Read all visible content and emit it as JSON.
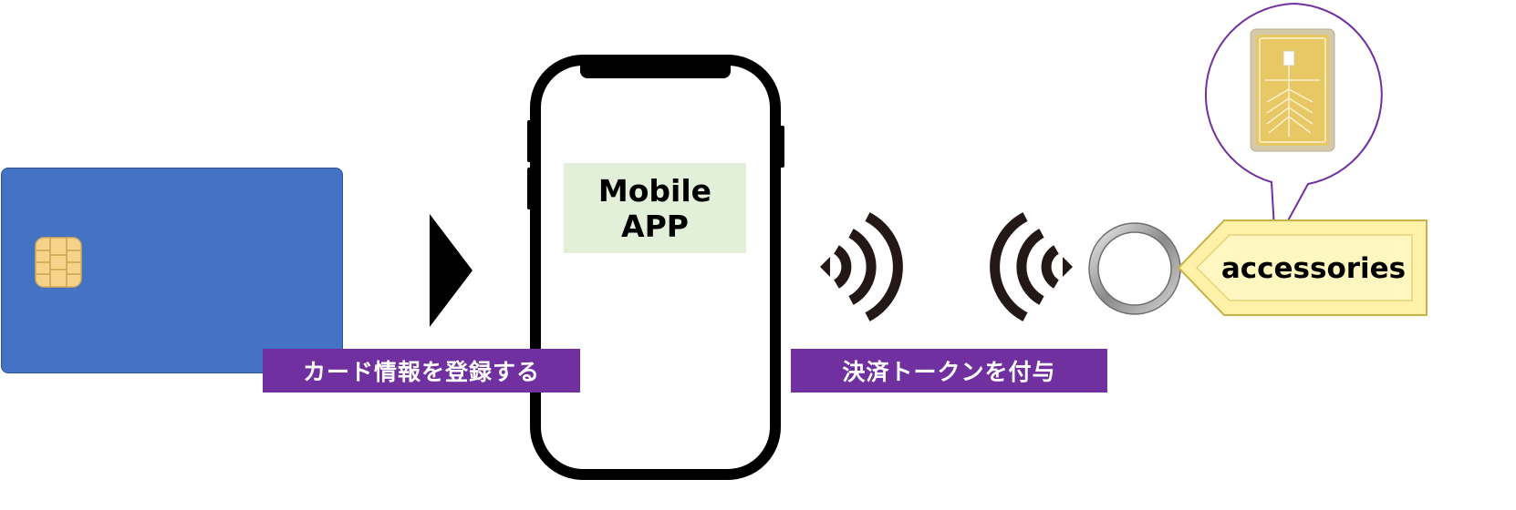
{
  "labels": {
    "register_card": "カード情報を登録する",
    "payment_token": "決済トークンを付与"
  },
  "app": {
    "line1": "Mobile",
    "line2": "APP"
  },
  "accessory_tag": "accessories",
  "colors": {
    "card_blue": "#4472c4",
    "label_purple": "#7030a0",
    "app_box_green": "#e2efd9",
    "tag_yellow": "#fff2a8",
    "callout_border": "#7030a0"
  },
  "icons": [
    "ic-chip-icon",
    "arrow-right-icon",
    "smartphone-icon",
    "contactless-signal-icon",
    "ring-icon",
    "ic-tag-photo"
  ]
}
